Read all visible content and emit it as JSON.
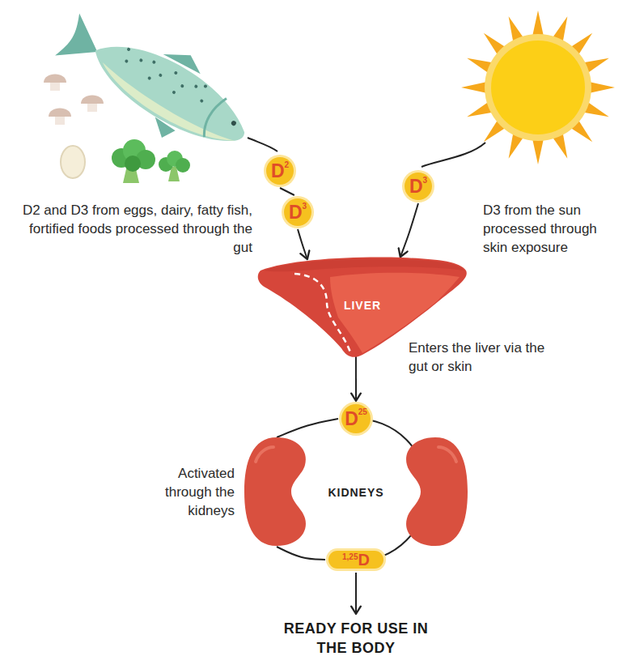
{
  "diagram": {
    "nodes": [
      {
        "text": [
          "D",
          "2"
        ]
      },
      {
        "text": [
          "D",
          "3"
        ]
      },
      {
        "text": [
          "D",
          "3"
        ]
      },
      {
        "text": [
          "LIVER"
        ]
      },
      {
        "text": [
          "D",
          "25"
        ]
      },
      {
        "text": [
          "KIDNEYS"
        ]
      },
      {
        "text": [
          "1,25",
          "D"
        ]
      }
    ],
    "edges": [
      {
        "from": 0,
        "to": 1,
        "arrow": "none"
      },
      {
        "from": 1,
        "to": 3,
        "arrow": "to"
      },
      {
        "from": 2,
        "to": 3,
        "arrow": "to"
      },
      {
        "from": 3,
        "to": 4,
        "arrow": "to"
      },
      {
        "from": 4,
        "to": 5,
        "arrow": "none"
      },
      {
        "from": 5,
        "to": 6,
        "arrow": "none"
      }
    ],
    "labels": [
      "D2 and D3 from eggs, dairy, fatty fish, fortified foods processed through the gut",
      "D3 from the sun processed through skin exposure",
      "Enters the liver via the gut or skin",
      "Activated through the kidneys",
      "READY FOR USE IN THE BODY"
    ]
  }
}
